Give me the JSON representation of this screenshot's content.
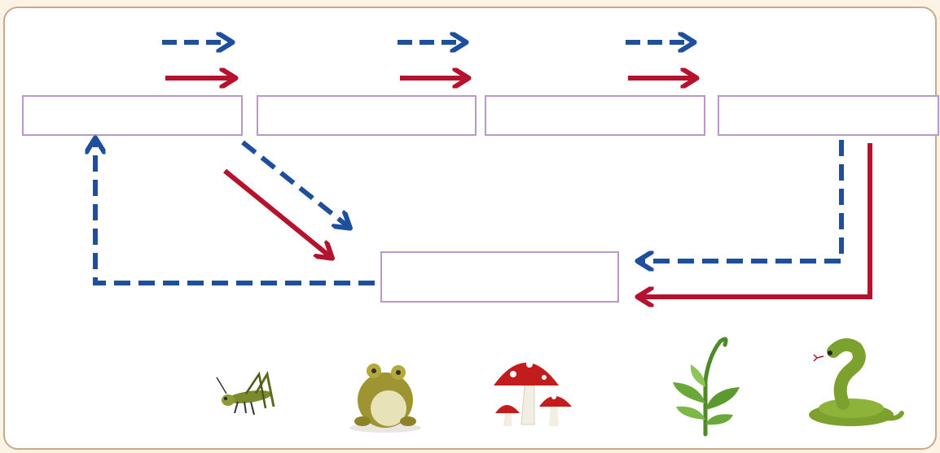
{
  "diagram": {
    "colors": {
      "matter_flow": "#1f4e9c",
      "energy_flow": "#b5122e",
      "box_border": "#b79ac8",
      "frame_border": "#c9a98a",
      "background": "#fdf3e4"
    },
    "boxes": [
      {
        "id": "chain-1",
        "text": ""
      },
      {
        "id": "chain-2",
        "text": ""
      },
      {
        "id": "chain-3",
        "text": ""
      },
      {
        "id": "chain-4",
        "text": ""
      },
      {
        "id": "decomposer",
        "text": ""
      }
    ],
    "organisms": [
      {
        "name": "grasshopper",
        "icon": "grasshopper-icon"
      },
      {
        "name": "toad",
        "icon": "toad-icon"
      },
      {
        "name": "mushrooms",
        "icon": "mushroom-icon"
      },
      {
        "name": "plant",
        "icon": "plant-icon"
      },
      {
        "name": "snake",
        "icon": "snake-icon"
      }
    ]
  }
}
